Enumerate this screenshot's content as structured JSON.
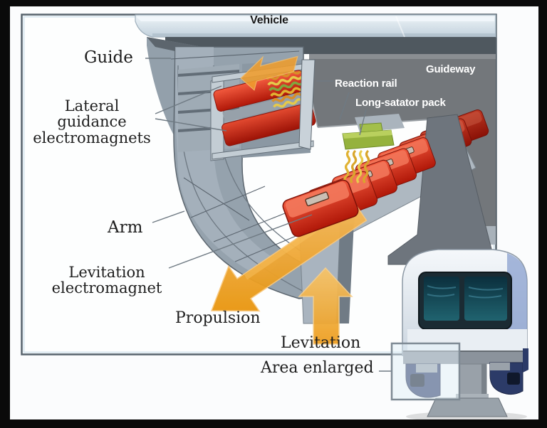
{
  "diagram": {
    "labels": {
      "vehicle": "Vehicle",
      "guide": "Guide",
      "guideway": "Guideway",
      "reaction_rail": "Reaction rail",
      "long_stator_pack": "Long-satator pack",
      "lateral_guidance_electromagnets": "Lateral\nguidance\nelectromagnets",
      "arm": "Arm",
      "levitation_electromagnet": "Levitation\nelectromagnet",
      "propulsion": "Propulsion",
      "levitation": "Levitation",
      "area_enlarged": "Area enlarged"
    },
    "colors": {
      "frame_black": "#0a0a0a",
      "box_border": "#57636d",
      "vehicle_body_light": "#dde8f0",
      "guideway_gray": "#73777b",
      "arm_gray": "#95a2ad",
      "magnet_red": "#d8291a",
      "stator_pack_green": "#95b23d",
      "coil_yellow": "#e0b232",
      "force_arrow_orange": "#f09e2e",
      "train_stripe_blue": "#2c3b68",
      "label_dark": "#1e1e1e",
      "label_light": "#ffffff"
    }
  }
}
